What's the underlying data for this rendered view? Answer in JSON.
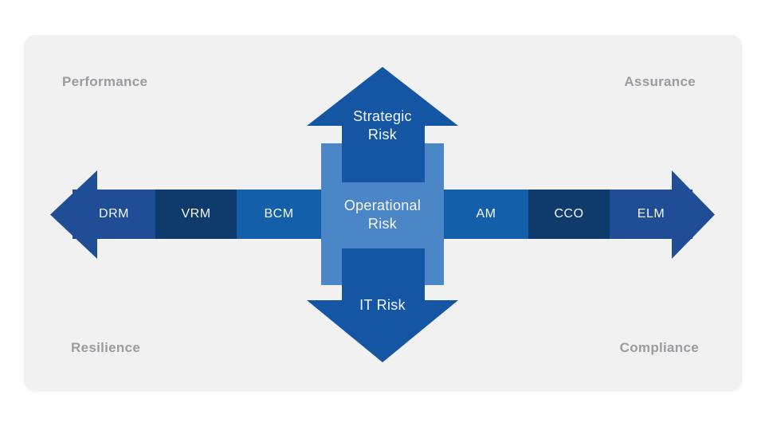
{
  "colors": {
    "page_bg": "#ffffff",
    "card_bg": "#f1f1f2",
    "corner_label": "#9c9ca0",
    "navy_mid": "#1f4e96",
    "navy_dark": "#0e3a6c",
    "blue_bright": "#145fa9",
    "blue_vertical": "#1556a4",
    "blue_light": "#4b86c6",
    "arrow_text": "#f4f8fd"
  },
  "corners": {
    "top_left": "Performance",
    "top_right": "Assurance",
    "bottom_left": "Resilience",
    "bottom_right": "Compliance"
  },
  "center": {
    "label": "Operational Risk"
  },
  "vertical": {
    "up_label": "Strategic Risk",
    "down_label": "IT Risk"
  },
  "horizontal": {
    "segments": [
      {
        "id": "drm",
        "label": "DRM"
      },
      {
        "id": "vrm",
        "label": "VRM"
      },
      {
        "id": "bcm",
        "label": "BCM"
      },
      {
        "id": "am",
        "label": "AM"
      },
      {
        "id": "cco",
        "label": "CCO"
      },
      {
        "id": "elm",
        "label": "ELM"
      }
    ]
  }
}
